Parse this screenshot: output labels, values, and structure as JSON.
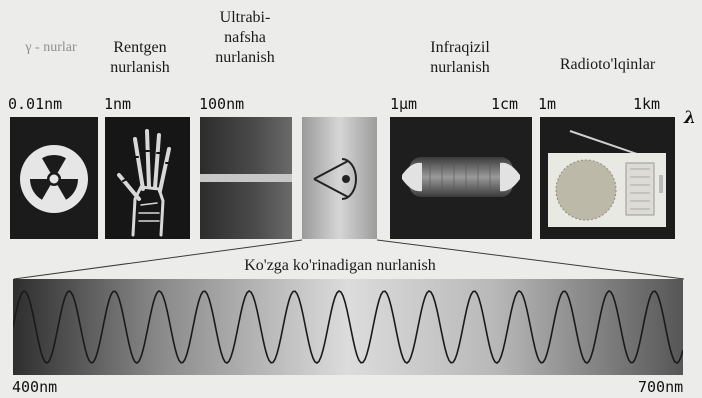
{
  "categories": [
    {
      "id": "gamma",
      "label": "γ - nurlar"
    },
    {
      "id": "xray",
      "label": "Rentgen\nnurlanish"
    },
    {
      "id": "uv",
      "label": "Ultrabi-\nnafsha\nnurlanish"
    },
    {
      "id": "ir",
      "label": "Infraqizil\nnurlanish"
    },
    {
      "id": "radio",
      "label": "Radioto'lqinlar"
    }
  ],
  "ticks": [
    "0.01nm",
    "1nm",
    "100nm",
    "1µm",
    "1cm",
    "1m",
    "1km"
  ],
  "axis_symbol": "λ",
  "visible": {
    "label": "Ko'zga ko'rinadigan nurlanish",
    "start": "400nm",
    "end": "700nm"
  },
  "icons": [
    "radiation-icon",
    "xray-hand-icon",
    "uv-band-icon",
    "eye-icon",
    "infrared-lamp-icon",
    "radio-icon"
  ]
}
